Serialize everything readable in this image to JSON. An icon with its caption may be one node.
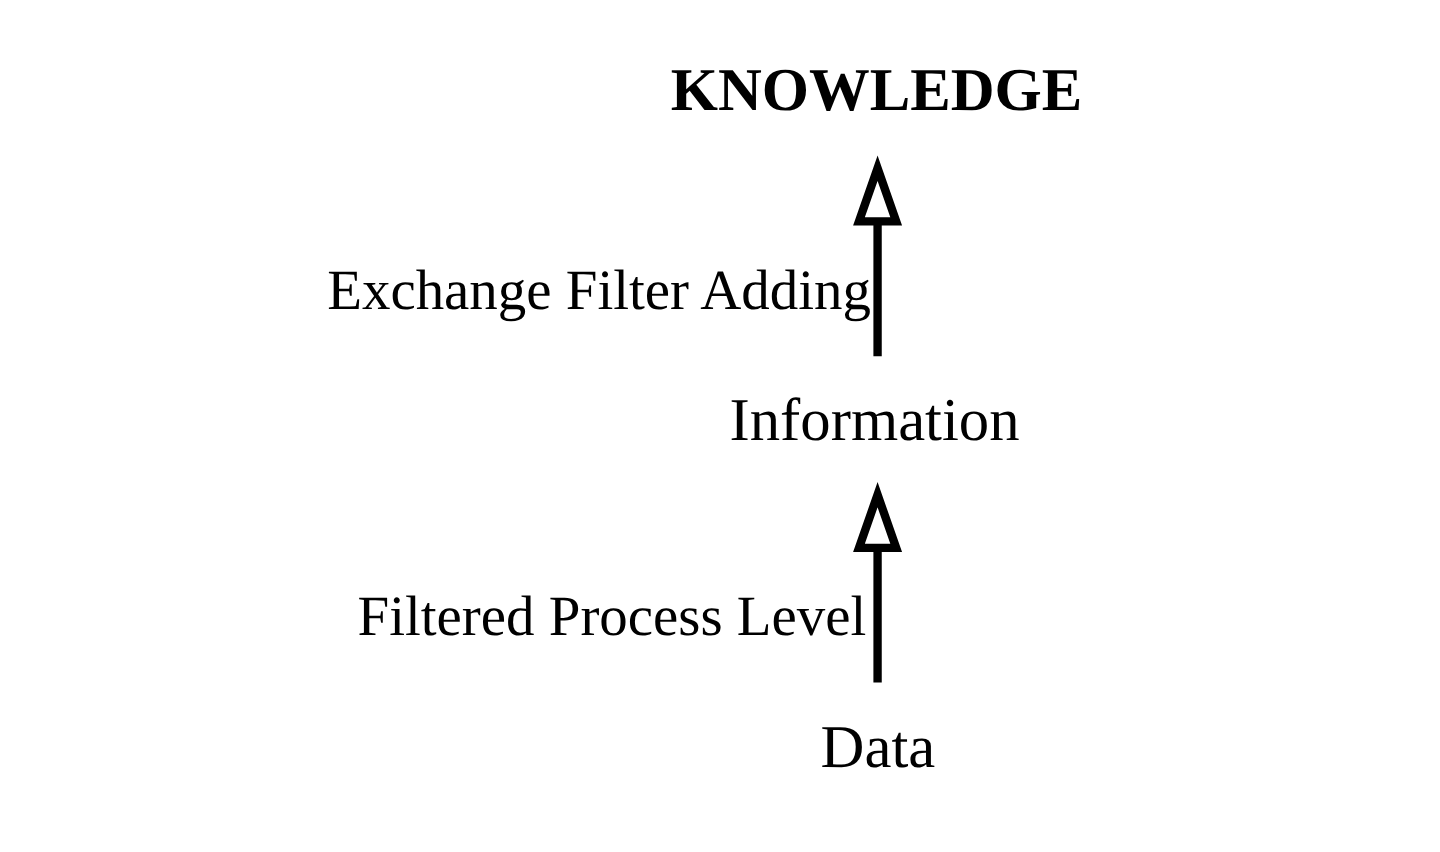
{
  "diagram": {
    "nodes": [
      {
        "text": [
          "Data"
        ]
      },
      {
        "text": [
          "Information"
        ]
      },
      {
        "text": [
          "KNOWLEDGE"
        ]
      }
    ],
    "edges": [
      {
        "from": 0,
        "to": 1,
        "arrow": "to",
        "label": "Filtered Process Level"
      },
      {
        "from": 1,
        "to": 2,
        "arrow": "to",
        "label": "Exchange Filter Adding"
      }
    ]
  }
}
